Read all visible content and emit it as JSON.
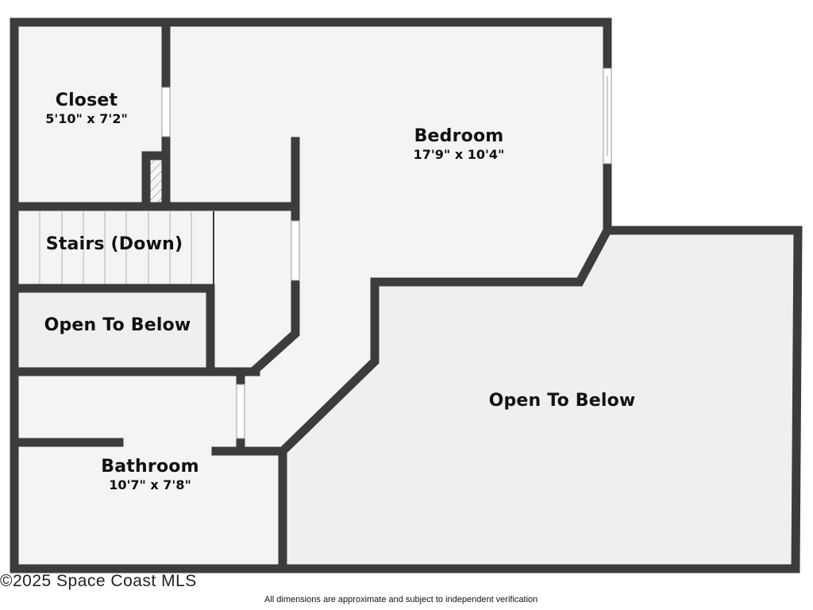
{
  "floorplan": {
    "rooms": [
      {
        "id": "closet",
        "name": "Closet",
        "dims": "5'10\" x 7'2\""
      },
      {
        "id": "bedroom",
        "name": "Bedroom",
        "dims": "17'9\" x 10'4\""
      },
      {
        "id": "stairs",
        "name": "Stairs (Down)",
        "dims": ""
      },
      {
        "id": "open-below-small",
        "name": "Open To Below",
        "dims": ""
      },
      {
        "id": "bathroom",
        "name": "Bathroom",
        "dims": "10'7\" x 7'8\""
      },
      {
        "id": "open-below-large",
        "name": "Open To Below",
        "dims": ""
      }
    ],
    "colors": {
      "wall": "#3c3c3c",
      "floor": "#f4f4f4",
      "open_area": "#efefef",
      "window": "#ffffff"
    }
  },
  "footer": {
    "copyright": "©2025 Space Coast MLS",
    "disclaimer": "All dimensions are approximate and subject to independent verification"
  }
}
